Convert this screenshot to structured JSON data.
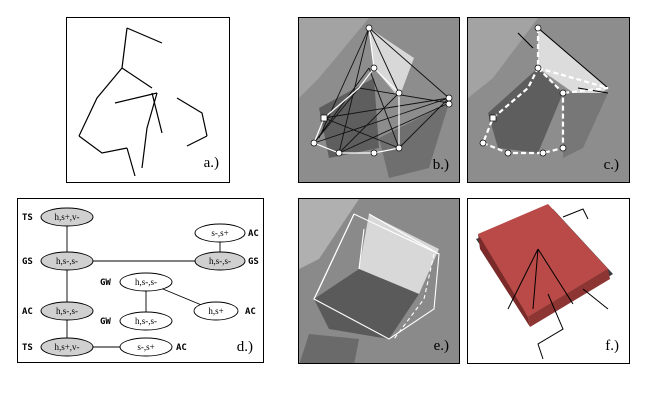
{
  "figure": {
    "panels": [
      {
        "id": "a",
        "label": "a.)"
      },
      {
        "id": "b",
        "label": "b.)"
      },
      {
        "id": "c",
        "label": "c.)"
      },
      {
        "id": "d",
        "label": "d.)"
      },
      {
        "id": "e",
        "label": "e.)"
      },
      {
        "id": "f",
        "label": "f.)"
      }
    ],
    "graph": {
      "nodes": [
        {
          "text": "h,s+,v-",
          "shaded": true
        },
        {
          "text": "h,s-,s-",
          "shaded": true
        },
        {
          "text": "h,s-,s-",
          "shaded": true
        },
        {
          "text": "h,s+,v-",
          "shaded": true
        },
        {
          "text": "s-,s+",
          "shaded": false
        },
        {
          "text": "h,s-,s-",
          "shaded": true
        },
        {
          "text": "h,s-,s-",
          "shaded": false
        },
        {
          "text": "h,s+",
          "shaded": false
        },
        {
          "text": "h,s-,s-",
          "shaded": false
        },
        {
          "text": "s-,s+",
          "shaded": false
        }
      ],
      "side_labels": [
        "TS",
        "GS",
        "AC",
        "TS",
        "AC",
        "GS",
        "GW",
        "AC",
        "GW",
        "AC"
      ]
    },
    "colors": {
      "roof_red": "#b94a48",
      "roof_dark": "#7a2a28",
      "photo_gray": "#8a8a8a"
    }
  }
}
